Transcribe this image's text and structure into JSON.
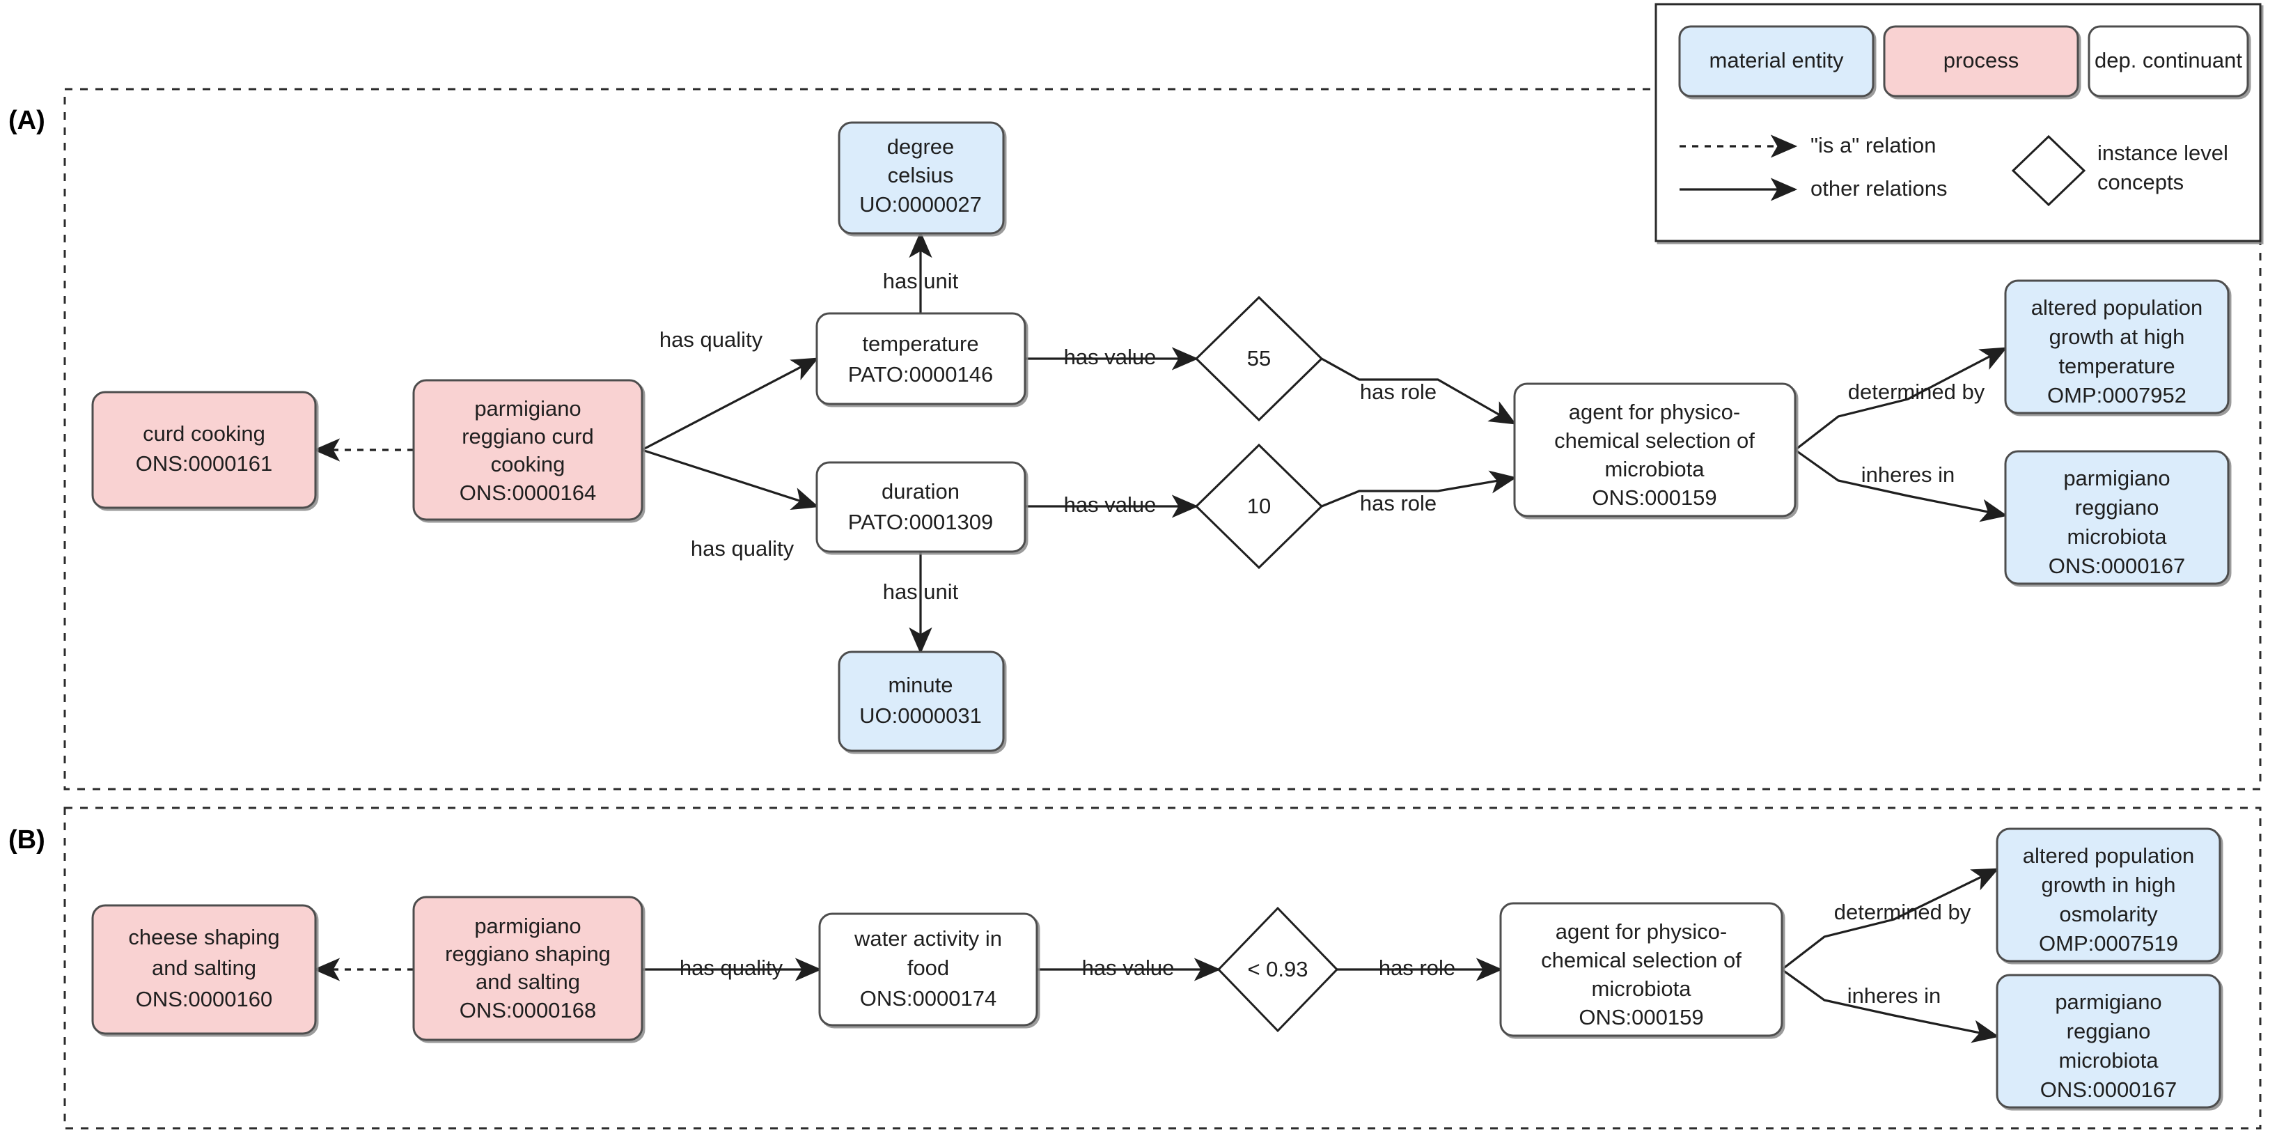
{
  "figure": {
    "panels": [
      {
        "id": "A",
        "label": "(A)"
      },
      {
        "id": "B",
        "label": "(B)"
      }
    ]
  },
  "legend": {
    "swatches": [
      {
        "label": "material entity",
        "color": "#dbecfb"
      },
      {
        "label": "process",
        "color": "#f9d2d2"
      },
      {
        "label": "dep. continuant",
        "color": "#ffffff"
      }
    ],
    "relations": [
      {
        "label": "\"is a\" relation",
        "style": "dashed"
      },
      {
        "label": "other relations",
        "style": "solid"
      }
    ],
    "shape": {
      "label_line1": "instance level",
      "label_line2": "concepts",
      "shape": "diamond"
    }
  },
  "panelA": {
    "nodes": {
      "curd_cooking": {
        "lines": [
          "curd cooking",
          "ONS:0000161"
        ],
        "type": "process"
      },
      "pr_curd_cooking": {
        "lines": [
          "parmigiano",
          "reggiano curd",
          "cooking",
          "ONS:0000164"
        ],
        "type": "process"
      },
      "degree_celsius": {
        "lines": [
          "degree",
          "celsius",
          "UO:0000027"
        ],
        "type": "material entity"
      },
      "temperature": {
        "lines": [
          "temperature",
          "PATO:0000146"
        ],
        "type": "dep. continuant"
      },
      "duration": {
        "lines": [
          "duration",
          "PATO:0001309"
        ],
        "type": "dep. continuant"
      },
      "minute": {
        "lines": [
          "minute",
          "UO:0000031"
        ],
        "type": "material entity"
      },
      "value_55": {
        "lines": [
          "55"
        ],
        "type": "instance"
      },
      "value_10": {
        "lines": [
          "10"
        ],
        "type": "instance"
      },
      "agent": {
        "lines": [
          "agent for physico-",
          "chemical selection of",
          "microbiota",
          "ONS:000159"
        ],
        "type": "dep. continuant"
      },
      "altered_growth": {
        "lines": [
          "altered population",
          "growth at high",
          "temperature",
          "OMP:0007952"
        ],
        "type": "material entity"
      },
      "pr_microbiota": {
        "lines": [
          "parmigiano",
          "reggiano",
          "microbiota",
          "ONS:0000167"
        ],
        "type": "material entity"
      }
    },
    "edges": [
      {
        "from": "pr_curd_cooking",
        "to": "curd_cooking",
        "label": "",
        "style": "dashed"
      },
      {
        "from": "pr_curd_cooking",
        "to": "temperature",
        "label": "has quality",
        "style": "solid"
      },
      {
        "from": "pr_curd_cooking",
        "to": "duration",
        "label": "has quality",
        "style": "solid"
      },
      {
        "from": "temperature",
        "to": "degree_celsius",
        "label": "has unit",
        "style": "solid"
      },
      {
        "from": "temperature",
        "to": "value_55",
        "label": "has value",
        "style": "solid"
      },
      {
        "from": "duration",
        "to": "minute",
        "label": "has unit",
        "style": "solid"
      },
      {
        "from": "duration",
        "to": "value_10",
        "label": "has value",
        "style": "solid"
      },
      {
        "from": "value_55",
        "to": "agent",
        "label": "has role",
        "style": "solid"
      },
      {
        "from": "value_10",
        "to": "agent",
        "label": "has role",
        "style": "solid"
      },
      {
        "from": "agent",
        "to": "altered_growth",
        "label": "determined by",
        "style": "solid"
      },
      {
        "from": "agent",
        "to": "pr_microbiota",
        "label": "inheres in",
        "style": "solid"
      }
    ]
  },
  "panelB": {
    "nodes": {
      "cheese_shaping": {
        "lines": [
          "cheese shaping",
          "and salting",
          "ONS:0000160"
        ],
        "type": "process"
      },
      "pr_shaping": {
        "lines": [
          "parmigiano",
          "reggiano shaping",
          "and salting",
          "ONS:0000168"
        ],
        "type": "process"
      },
      "water_activity": {
        "lines": [
          "water activity in",
          "food",
          "ONS:0000174"
        ],
        "type": "dep. continuant"
      },
      "value_093": {
        "lines": [
          "< 0.93"
        ],
        "type": "instance"
      },
      "agent": {
        "lines": [
          "agent for physico-",
          "chemical selection of",
          "microbiota",
          "ONS:000159"
        ],
        "type": "dep. continuant"
      },
      "altered_growth": {
        "lines": [
          "altered population",
          "growth in high",
          "osmolarity",
          "OMP:0007519"
        ],
        "type": "material entity"
      },
      "pr_microbiota": {
        "lines": [
          "parmigiano",
          "reggiano",
          "microbiota",
          "ONS:0000167"
        ],
        "type": "material entity"
      }
    },
    "edges": [
      {
        "from": "pr_shaping",
        "to": "cheese_shaping",
        "label": "",
        "style": "dashed"
      },
      {
        "from": "pr_shaping",
        "to": "water_activity",
        "label": "has quality",
        "style": "solid"
      },
      {
        "from": "water_activity",
        "to": "value_093",
        "label": "has value",
        "style": "solid"
      },
      {
        "from": "value_093",
        "to": "agent",
        "label": "has role",
        "style": "solid"
      },
      {
        "from": "agent",
        "to": "altered_growth",
        "label": "determined by",
        "style": "solid"
      },
      {
        "from": "agent",
        "to": "pr_microbiota",
        "label": "inheres in",
        "style": "solid"
      }
    ]
  },
  "colors": {
    "material_entity": "#dbecfb",
    "process": "#f9d2d2",
    "dep_continuant": "#ffffff",
    "stroke": "#4d4d4d",
    "text": "#1f1f1f"
  }
}
